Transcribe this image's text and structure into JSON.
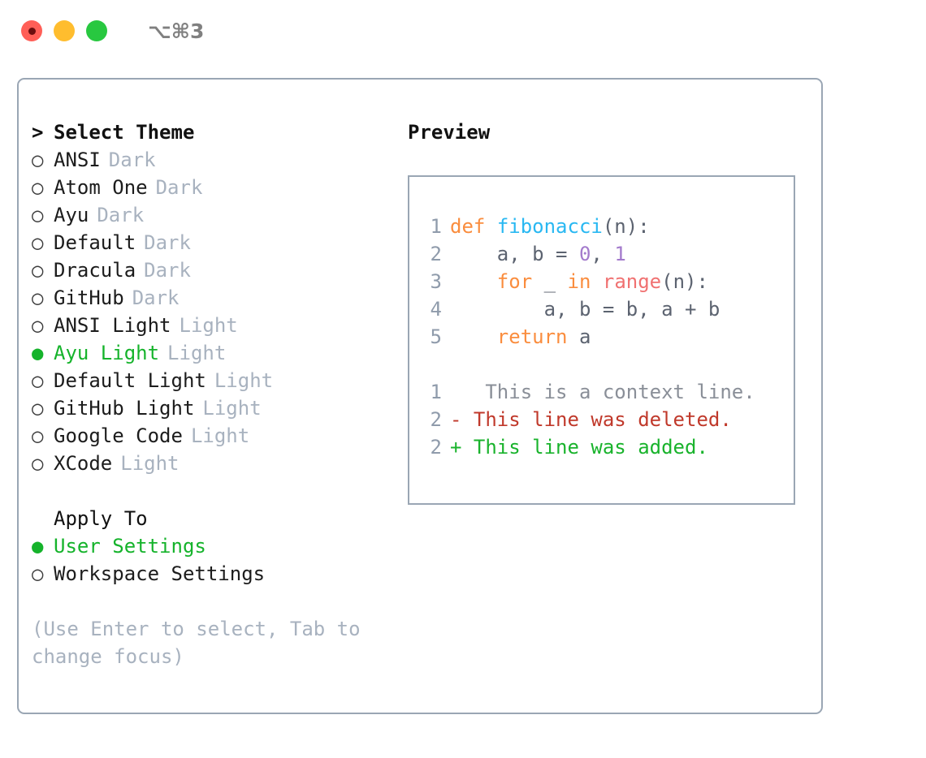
{
  "window": {
    "title": "⌥⌘3",
    "lights": [
      {
        "name": "close",
        "color": "#ff5f57"
      },
      {
        "name": "minimize",
        "color": "#ffbd2e"
      },
      {
        "name": "maximize",
        "color": "#28c840"
      }
    ]
  },
  "colors": {
    "accent_green": "#15b32b",
    "muted": "#a8b2bf",
    "border": "#9aa6b4",
    "keyword": "#fa8d3e",
    "function": "#29b8f2",
    "call": "#f07171",
    "number": "#a37acc",
    "plain": "#5c6370",
    "lineno": "#8f9bab",
    "diff_delete": "#c0392b",
    "diff_add": "#19b32c",
    "diff_context": "#8a8f98"
  },
  "theme_list": {
    "header": {
      "caret": ">",
      "label": "Select Theme"
    },
    "items": [
      {
        "bullet": "○",
        "label": "ANSI",
        "variant": "Dark",
        "selected": false
      },
      {
        "bullet": "○",
        "label": "Atom One",
        "variant": "Dark",
        "selected": false
      },
      {
        "bullet": "○",
        "label": "Ayu",
        "variant": "Dark",
        "selected": false
      },
      {
        "bullet": "○",
        "label": "Default",
        "variant": "Dark",
        "selected": false
      },
      {
        "bullet": "○",
        "label": "Dracula",
        "variant": "Dark",
        "selected": false
      },
      {
        "bullet": "○",
        "label": "GitHub",
        "variant": "Dark",
        "selected": false
      },
      {
        "bullet": "○",
        "label": "ANSI Light",
        "variant": "Light",
        "selected": false
      },
      {
        "bullet": "●",
        "label": "Ayu Light",
        "variant": "Light",
        "selected": true
      },
      {
        "bullet": "○",
        "label": "Default Light",
        "variant": "Light",
        "selected": false
      },
      {
        "bullet": "○",
        "label": "GitHub Light",
        "variant": "Light",
        "selected": false
      },
      {
        "bullet": "○",
        "label": "Google Code",
        "variant": "Light",
        "selected": false
      },
      {
        "bullet": "○",
        "label": "XCode",
        "variant": "Light",
        "selected": false
      }
    ]
  },
  "apply_to": {
    "title": "Apply To",
    "items": [
      {
        "bullet": "●",
        "label": "User Settings",
        "selected": true
      },
      {
        "bullet": "○",
        "label": "Workspace Settings",
        "selected": false
      }
    ]
  },
  "hint": "(Use Enter to select, Tab to change focus)",
  "preview": {
    "heading": "Preview",
    "code_lines": [
      {
        "lineno": "1",
        "tokens": [
          {
            "t": "def",
            "c": "kw"
          },
          {
            "t": " ",
            "c": "plain"
          },
          {
            "t": "fibonacci",
            "c": "fn"
          },
          {
            "t": "(n):",
            "c": "punc"
          }
        ]
      },
      {
        "lineno": "2",
        "tokens": [
          {
            "t": "    a, b = ",
            "c": "plain"
          },
          {
            "t": "0",
            "c": "num"
          },
          {
            "t": ", ",
            "c": "plain"
          },
          {
            "t": "1",
            "c": "num"
          }
        ]
      },
      {
        "lineno": "3",
        "tokens": [
          {
            "t": "    ",
            "c": "plain"
          },
          {
            "t": "for",
            "c": "kw"
          },
          {
            "t": " _ ",
            "c": "plain"
          },
          {
            "t": "in",
            "c": "kw"
          },
          {
            "t": " ",
            "c": "plain"
          },
          {
            "t": "range",
            "c": "call"
          },
          {
            "t": "(n):",
            "c": "punc"
          }
        ]
      },
      {
        "lineno": "4",
        "tokens": [
          {
            "t": "        a, b = b, a + b",
            "c": "plain"
          }
        ]
      },
      {
        "lineno": "5",
        "tokens": [
          {
            "t": "    ",
            "c": "plain"
          },
          {
            "t": "return",
            "c": "kw"
          },
          {
            "t": " a",
            "c": "plain"
          }
        ]
      }
    ],
    "diff_lines": [
      {
        "lineno": "1",
        "marker": " ",
        "text": "  This is a context line.",
        "kind": "context"
      },
      {
        "lineno": "2",
        "marker": "-",
        "text": " This line was deleted.",
        "kind": "delete"
      },
      {
        "lineno": "2",
        "marker": "+",
        "text": " This line was added.",
        "kind": "add"
      }
    ]
  }
}
